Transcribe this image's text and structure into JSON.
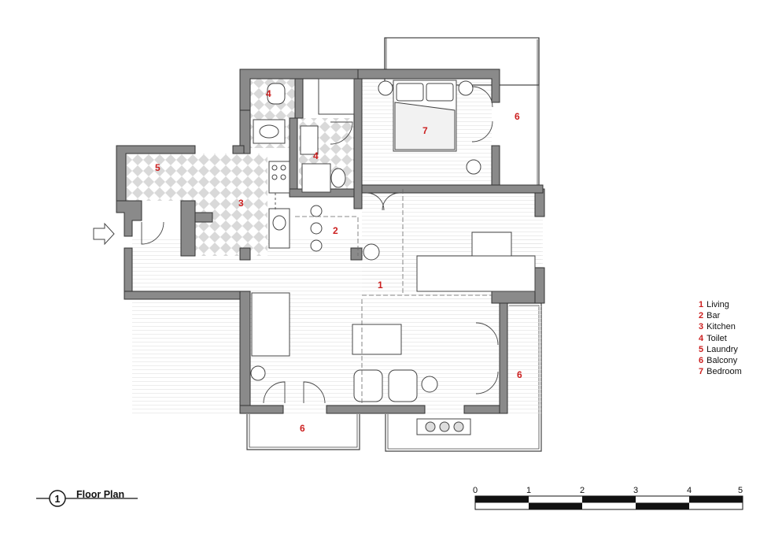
{
  "plan": {
    "title": "Floor Plan",
    "number": "1"
  },
  "rooms": [
    {
      "id": "4",
      "name": "toilet-upper"
    },
    {
      "id": "4",
      "name": "toilet-lower"
    },
    {
      "id": "7",
      "name": "bedroom"
    },
    {
      "id": "6",
      "name": "balcony-right-upper"
    },
    {
      "id": "5",
      "name": "laundry"
    },
    {
      "id": "3",
      "name": "kitchen"
    },
    {
      "id": "2",
      "name": "bar"
    },
    {
      "id": "1",
      "name": "living"
    },
    {
      "id": "6",
      "name": "balcony-right-lower"
    },
    {
      "id": "6",
      "name": "balcony-bottom"
    }
  ],
  "legend": [
    {
      "num": "1",
      "label": "Living"
    },
    {
      "num": "2",
      "label": "Bar"
    },
    {
      "num": "3",
      "label": "Kitchen"
    },
    {
      "num": "4",
      "label": "Toilet"
    },
    {
      "num": "5",
      "label": "Laundry"
    },
    {
      "num": "6",
      "label": "Balcony"
    },
    {
      "num": "7",
      "label": "Bedroom"
    }
  ],
  "scale_bar": {
    "ticks": [
      "0",
      "1",
      "2",
      "3",
      "4",
      "5"
    ]
  },
  "colors": {
    "wall": "#8a8a8a",
    "label_red": "#cc1f1f",
    "line": "#444444"
  }
}
